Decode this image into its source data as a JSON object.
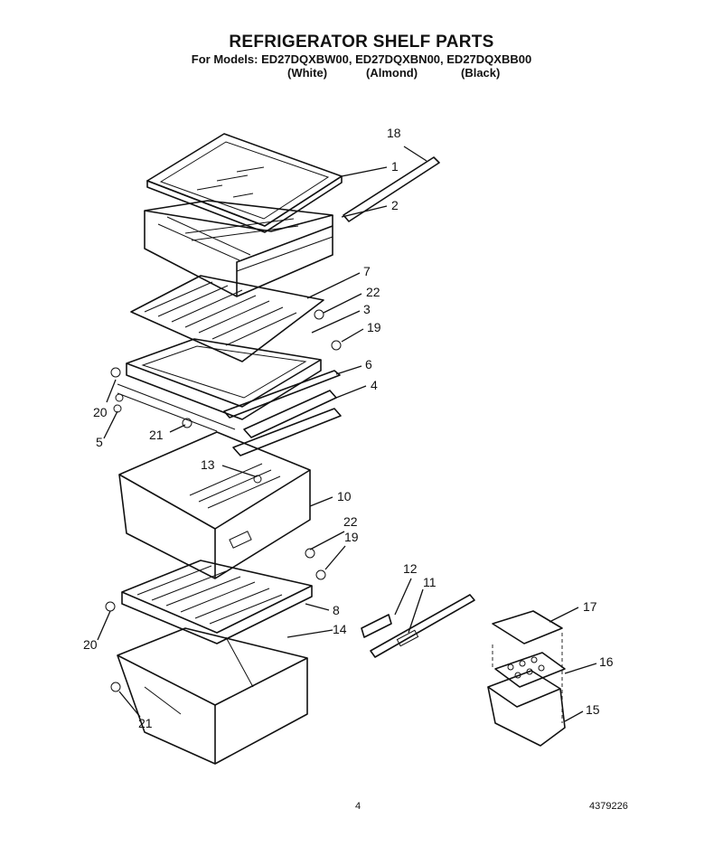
{
  "header": {
    "title": "REFRIGERATOR SHELF PARTS",
    "models": "For Models: ED27DQXBW00, ED27DQXBN00, ED27DQXBB00",
    "colors": [
      "(White)",
      "(Almond)",
      "(Black)"
    ]
  },
  "callouts": {
    "c1": "1",
    "c2": "2",
    "c3": "3",
    "c4": "4",
    "c5": "5",
    "c6": "6",
    "c7": "7",
    "c8": "8",
    "c10": "10",
    "c11": "11",
    "c12": "12",
    "c13": "13",
    "c14": "14",
    "c15": "15",
    "c16": "16",
    "c17": "17",
    "c18": "18",
    "c19a": "19",
    "c19b": "19",
    "c20a": "20",
    "c20b": "20",
    "c21a": "21",
    "c21b": "21",
    "c22a": "22",
    "c22b": "22"
  },
  "footer": {
    "page": "4",
    "doc_number": "4379226"
  }
}
